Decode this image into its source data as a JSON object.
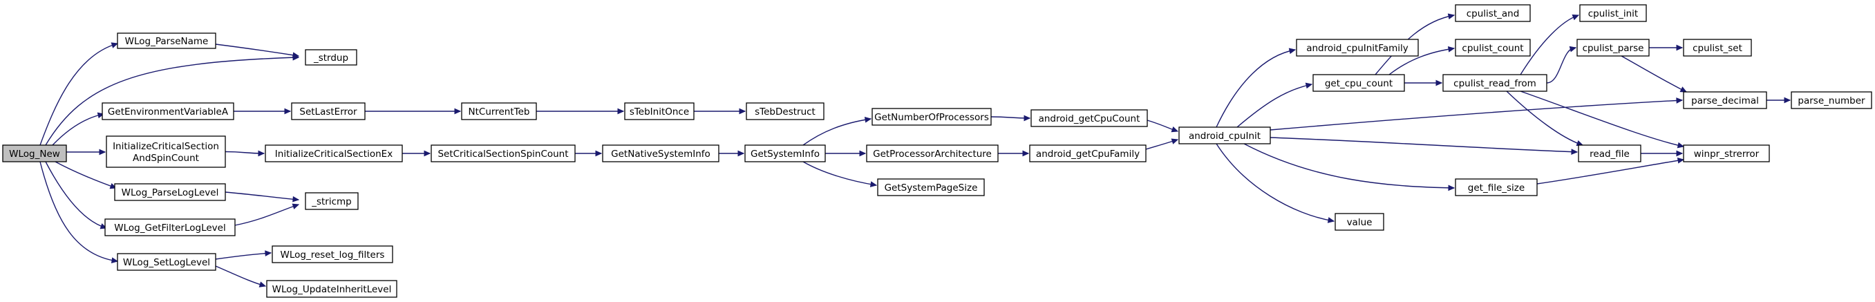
{
  "diagram": {
    "type": "call-graph",
    "colors": {
      "root_fill": "#bfbfbf",
      "node_fill": "#ffffff",
      "edge": "#1a1a6e"
    },
    "nodes": {
      "wlog_new": [
        "WLog_New"
      ],
      "wlog_parsename": [
        "WLog_ParseName"
      ],
      "strdup": [
        "_strdup"
      ],
      "getenv": [
        "GetEnvironmentVariableA"
      ],
      "initcs_spin": [
        "InitializeCriticalSection",
        "AndSpinCount"
      ],
      "wlog_parseloglevel": [
        "WLog_ParseLogLevel"
      ],
      "wlog_getfilter": [
        "WLog_GetFilterLogLevel"
      ],
      "wlog_setloglevel": [
        "WLog_SetLogLevel"
      ],
      "setlasterror": [
        "SetLastError"
      ],
      "initcs_ex": [
        "InitializeCriticalSectionEx"
      ],
      "stricmp": [
        "_stricmp"
      ],
      "wlog_reset": [
        "WLog_reset_log_filters"
      ],
      "wlog_update": [
        "WLog_UpdateInheritLevel"
      ],
      "ntcurrentteb": [
        "NtCurrentTeb"
      ],
      "setcs_spin": [
        "SetCriticalSectionSpinCount"
      ],
      "stebinitonce": [
        "sTebInitOnce"
      ],
      "getnativesysinfo": [
        "GetNativeSystemInfo"
      ],
      "stebdestruct": [
        "sTebDestruct"
      ],
      "getsysinfo": [
        "GetSystemInfo"
      ],
      "getnumproc": [
        "GetNumberOfProcessors"
      ],
      "getprocarch": [
        "GetProcessorArchitecture"
      ],
      "getpagesize": [
        "GetSystemPageSize"
      ],
      "android_getcpucount": [
        "android_getCpuCount"
      ],
      "android_getcpufamily": [
        "android_getCpuFamily"
      ],
      "android_cpuinit": [
        "android_cpuInit"
      ],
      "android_cpuinitfamily": [
        "android_cpuInitFamily"
      ],
      "get_cpu_count": [
        "get_cpu_count"
      ],
      "value": [
        "value"
      ],
      "get_file_size": [
        "get_file_size"
      ],
      "cpulist_and": [
        "cpulist_and"
      ],
      "cpulist_count": [
        "cpulist_count"
      ],
      "cpulist_read_from": [
        "cpulist_read_from"
      ],
      "read_file": [
        "read_file"
      ],
      "cpulist_init": [
        "cpulist_init"
      ],
      "cpulist_parse": [
        "cpulist_parse"
      ],
      "cpulist_set": [
        "cpulist_set"
      ],
      "parse_decimal": [
        "parse_decimal"
      ],
      "winpr_strerror": [
        "winpr_strerror"
      ],
      "parse_number": [
        "parse_number"
      ]
    },
    "edges": [
      [
        "wlog_new",
        "wlog_parsename"
      ],
      [
        "wlog_new",
        "strdup"
      ],
      [
        "wlog_parsename",
        "strdup"
      ],
      [
        "wlog_new",
        "getenv"
      ],
      [
        "wlog_new",
        "initcs_spin"
      ],
      [
        "wlog_new",
        "wlog_parseloglevel"
      ],
      [
        "wlog_new",
        "wlog_getfilter"
      ],
      [
        "wlog_new",
        "wlog_setloglevel"
      ],
      [
        "getenv",
        "setlasterror"
      ],
      [
        "initcs_spin",
        "initcs_ex"
      ],
      [
        "wlog_parseloglevel",
        "stricmp"
      ],
      [
        "wlog_getfilter",
        "stricmp"
      ],
      [
        "wlog_setloglevel",
        "wlog_reset"
      ],
      [
        "wlog_setloglevel",
        "wlog_update"
      ],
      [
        "setlasterror",
        "ntcurrentteb"
      ],
      [
        "initcs_ex",
        "setcs_spin"
      ],
      [
        "ntcurrentteb",
        "stebinitonce"
      ],
      [
        "setcs_spin",
        "getnativesysinfo"
      ],
      [
        "stebinitonce",
        "stebdestruct"
      ],
      [
        "getnativesysinfo",
        "getsysinfo"
      ],
      [
        "getsysinfo",
        "getnumproc"
      ],
      [
        "getsysinfo",
        "getprocarch"
      ],
      [
        "getsysinfo",
        "getpagesize"
      ],
      [
        "getnumproc",
        "android_getcpucount"
      ],
      [
        "getprocarch",
        "android_getcpufamily"
      ],
      [
        "android_getcpucount",
        "android_cpuinit"
      ],
      [
        "android_getcpufamily",
        "android_cpuinit"
      ],
      [
        "android_cpuinit",
        "android_cpuinitfamily"
      ],
      [
        "android_cpuinit",
        "get_cpu_count"
      ],
      [
        "android_cpuinit",
        "parse_decimal"
      ],
      [
        "android_cpuinit",
        "read_file"
      ],
      [
        "android_cpuinit",
        "get_file_size"
      ],
      [
        "android_cpuinit",
        "value"
      ],
      [
        "get_cpu_count",
        "cpulist_and"
      ],
      [
        "get_cpu_count",
        "cpulist_count"
      ],
      [
        "get_cpu_count",
        "cpulist_read_from"
      ],
      [
        "cpulist_read_from",
        "cpulist_init"
      ],
      [
        "cpulist_read_from",
        "cpulist_parse"
      ],
      [
        "cpulist_read_from",
        "read_file"
      ],
      [
        "cpulist_read_from",
        "winpr_strerror"
      ],
      [
        "cpulist_parse",
        "cpulist_set"
      ],
      [
        "cpulist_parse",
        "parse_decimal"
      ],
      [
        "parse_decimal",
        "parse_number"
      ],
      [
        "read_file",
        "winpr_strerror"
      ],
      [
        "get_file_size",
        "winpr_strerror"
      ]
    ]
  }
}
